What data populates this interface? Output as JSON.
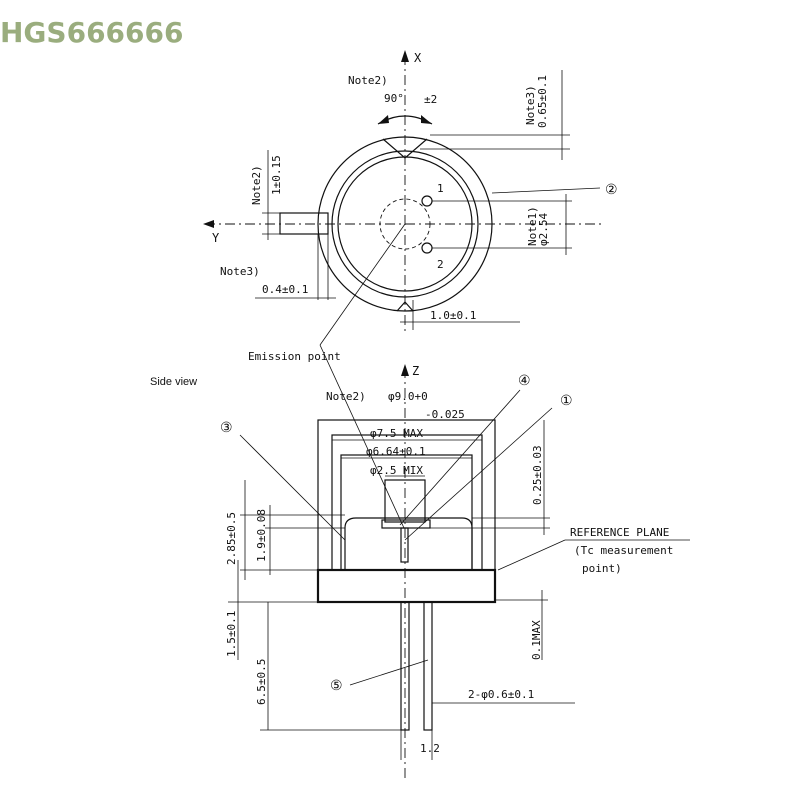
{
  "watermark": "HGS666666",
  "top_view": {
    "axis_x": "X",
    "axis_y": "Y",
    "note2_angle_label": "Note2)",
    "angle_value": "90°",
    "angle_tol": "±2",
    "note3_top_label": "Note3)",
    "note3_top_dim": "0.65±0.1",
    "note2_left_label": "Note2)",
    "note2_left_dim": "1±0.15",
    "circle_callout": "②",
    "pin1": "1",
    "pin2": "2",
    "note1_label": "Note1)",
    "note1_dim": "φ2.54",
    "note3_bottom_label": "Note3)",
    "note3_bottom_dim": "0.4±0.1",
    "bottom_dim": "1.0±0.1",
    "emission_point": "Emission point"
  },
  "side_view": {
    "title": "Side view",
    "axis_z": "Z",
    "callout_4": "④",
    "callout_1": "①",
    "callout_3": "③",
    "callout_5": "⑤",
    "note2_label": "Note2)",
    "dia_outer": "φ9.0+0",
    "dia_outer_tol": "-0.025",
    "dia_cap": "φ7.5 MAX",
    "dia_window": "φ6.64±0.1",
    "dia_lens": "φ2.5 MIX",
    "dim_025": "0.25±0.03",
    "reference_plane": "REFERENCE PLANE",
    "tc_line1": "(Tc measurement",
    "tc_line2": "point)",
    "dim_285": "2.85±0.5",
    "dim_19": "1.9±0.08",
    "dim_15": "1.5±0.1",
    "dim_01": "0.1MAX",
    "dim_65": "6.5±0.5",
    "dim_pins": "2-φ0.6±0.1",
    "dim_12": "1.2"
  }
}
